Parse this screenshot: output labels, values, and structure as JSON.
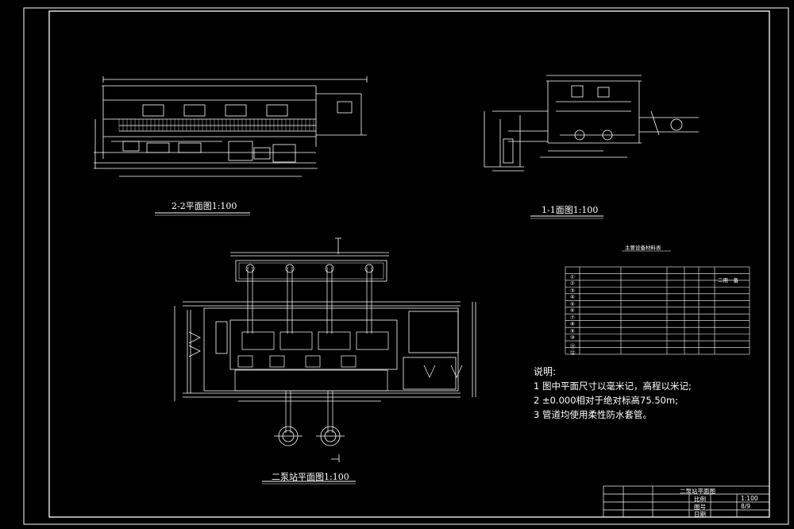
{
  "colors": {
    "background": "#000000",
    "line": "#ffffff",
    "accent": "#5ac8c8"
  },
  "views": {
    "section_2_2": "2-2平面图1:100",
    "section_1_1": "1-1面图1:100",
    "plan": "二泵站平面图1:100"
  },
  "material_table": {
    "title": "主要设备材料表",
    "row_numbers": [
      "①",
      "②",
      "③",
      "④",
      "⑤",
      "⑥",
      "⑦",
      "⑧",
      "⑨",
      "⑩",
      "⑪",
      "⑫"
    ],
    "last_col": "二用一备"
  },
  "notes": {
    "heading": "说明:",
    "items": [
      "1  图中平面尺寸以毫米记，高程以米记;",
      "2  ±0.000相对于绝对标高75.50m;",
      "3  管道均使用柔性防水套管。"
    ]
  },
  "title_block": {
    "drawing_name": "二泵站平面图",
    "scale_label": "比例",
    "scale_value": "1:100",
    "sheet_label": "图号",
    "sheet_value": "8/9",
    "date_label": "日期"
  }
}
